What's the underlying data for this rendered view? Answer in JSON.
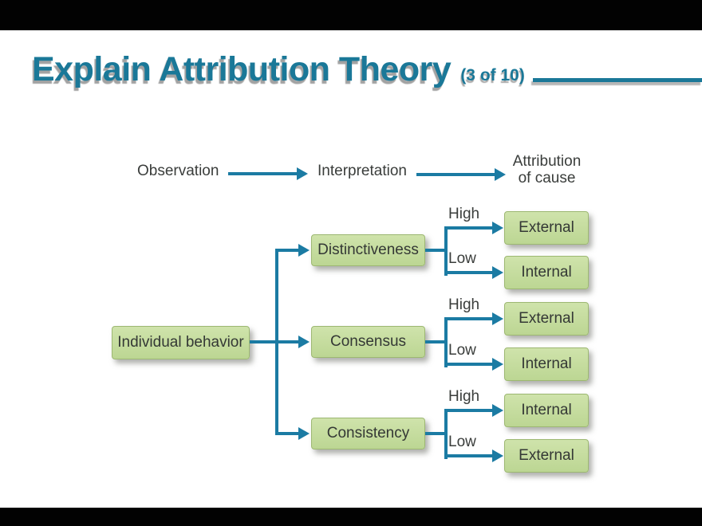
{
  "slide": {
    "title": "Explain Attribution Theory",
    "title_suffix": "(3 of 10)",
    "colors": {
      "accent_teal": "#1b7ba3",
      "box_green": "#c6dc9d",
      "bar_black": "#020202",
      "text_dark": "#343835"
    }
  },
  "diagram": {
    "header": {
      "col1": "Observation",
      "col2": "Interpretation",
      "col3_line1": "Attribution",
      "col3_line2": "of cause"
    },
    "root": "Individual behavior",
    "branches": [
      {
        "factor": "Distinctiveness",
        "high_label": "High",
        "high_result": "External",
        "low_label": "Low",
        "low_result": "Internal"
      },
      {
        "factor": "Consensus",
        "high_label": "High",
        "high_result": "External",
        "low_label": "Low",
        "low_result": "Internal"
      },
      {
        "factor": "Consistency",
        "high_label": "High",
        "high_result": "Internal",
        "low_label": "Low",
        "low_result": "External"
      }
    ]
  }
}
